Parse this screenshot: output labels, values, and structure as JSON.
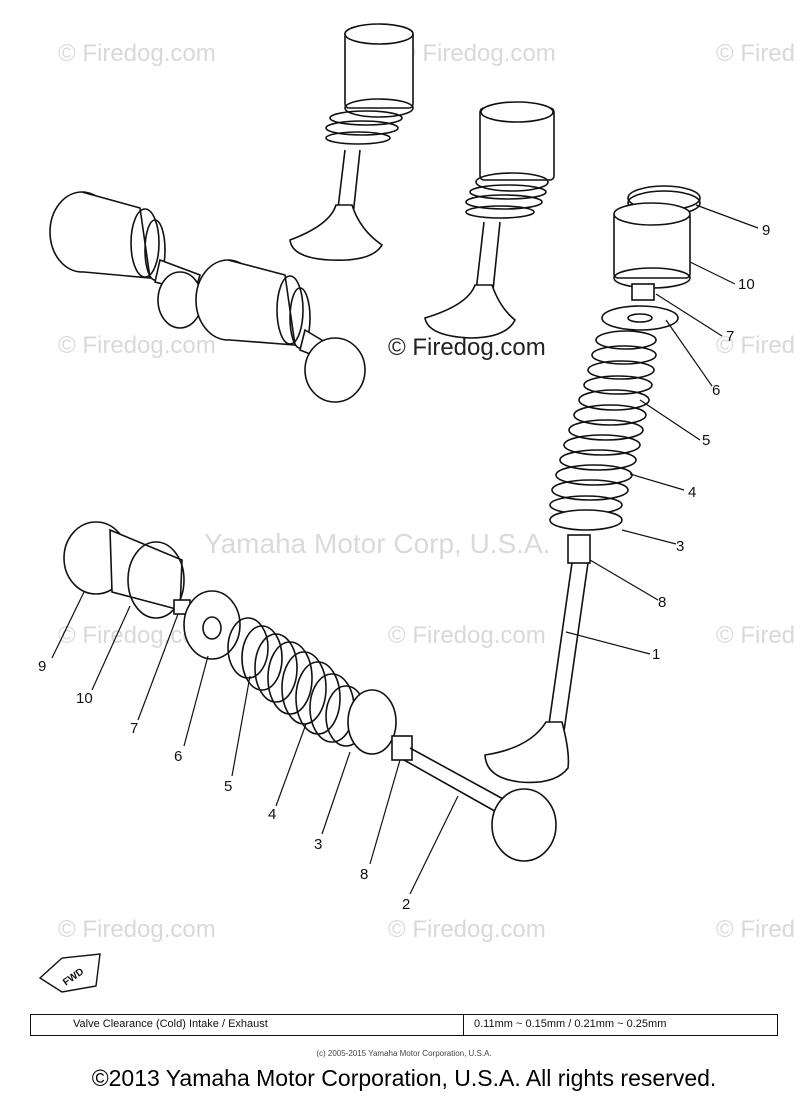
{
  "watermarks": {
    "firedog_text": "© Firedog.com",
    "firedog_partial": "© Fired",
    "center_firedog": "© Firedog.com",
    "yamaha_text": "Yamaha Motor Corp, U.S.A."
  },
  "callouts": {
    "right": [
      "9",
      "10",
      "7",
      "6",
      "5",
      "4",
      "3",
      "8",
      "1"
    ],
    "left": [
      "9",
      "10",
      "7",
      "6",
      "5",
      "4",
      "3",
      "8",
      "2"
    ]
  },
  "fwd_label": "FWD",
  "spec_table": {
    "label": "Valve Clearance (Cold) Intake / Exhaust",
    "value": "0.11mm ~ 0.15mm / 0.21mm ~ 0.25mm"
  },
  "small_copyright": "(c) 2005-2015 Yamaha Motor Corporation, U.S.A.",
  "footer_copyright": "©2013 Yamaha Motor Corporation, U.S.A. All rights reserved.",
  "colors": {
    "line": "#111111",
    "watermark": "#d9d9d9"
  }
}
